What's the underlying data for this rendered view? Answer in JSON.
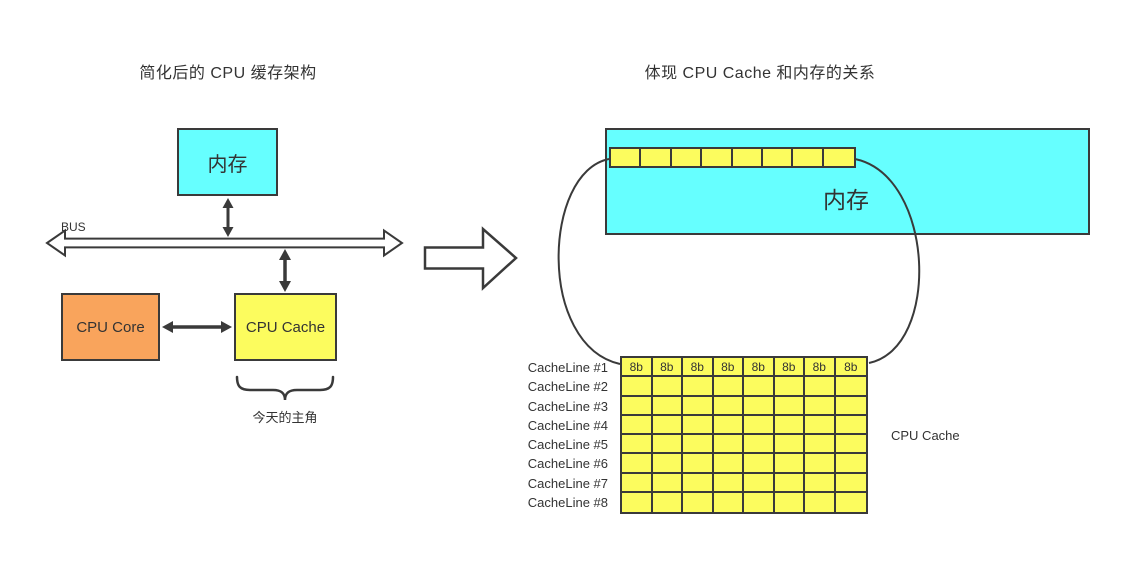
{
  "colors": {
    "ink": "#3a3a3a",
    "cyan": "#66ffff",
    "yellow": "#fcfc5e",
    "orange": "#f9a45c",
    "text": "#333333"
  },
  "left_panel": {
    "title": "简化后的 CPU 缓存架构",
    "memory_box": {
      "label": "内存"
    },
    "bus": {
      "label": "BUS"
    },
    "cpu_core_box": {
      "label": "CPU Core"
    },
    "cpu_cache_box": {
      "label": "CPU Cache"
    },
    "annotation": "今天的主角"
  },
  "right_panel": {
    "title": "体现 CPU Cache 和内存的关系",
    "memory_box": {
      "label": "内存",
      "cell_count": 8
    },
    "cpu_cache_label": "CPU Cache",
    "cache_grid": {
      "rows": [
        "CacheLine #1",
        "CacheLine #2",
        "CacheLine #3",
        "CacheLine #4",
        "CacheLine #5",
        "CacheLine #6",
        "CacheLine #7",
        "CacheLine #8"
      ],
      "columns": 8,
      "cell_size_label": "8b"
    }
  }
}
